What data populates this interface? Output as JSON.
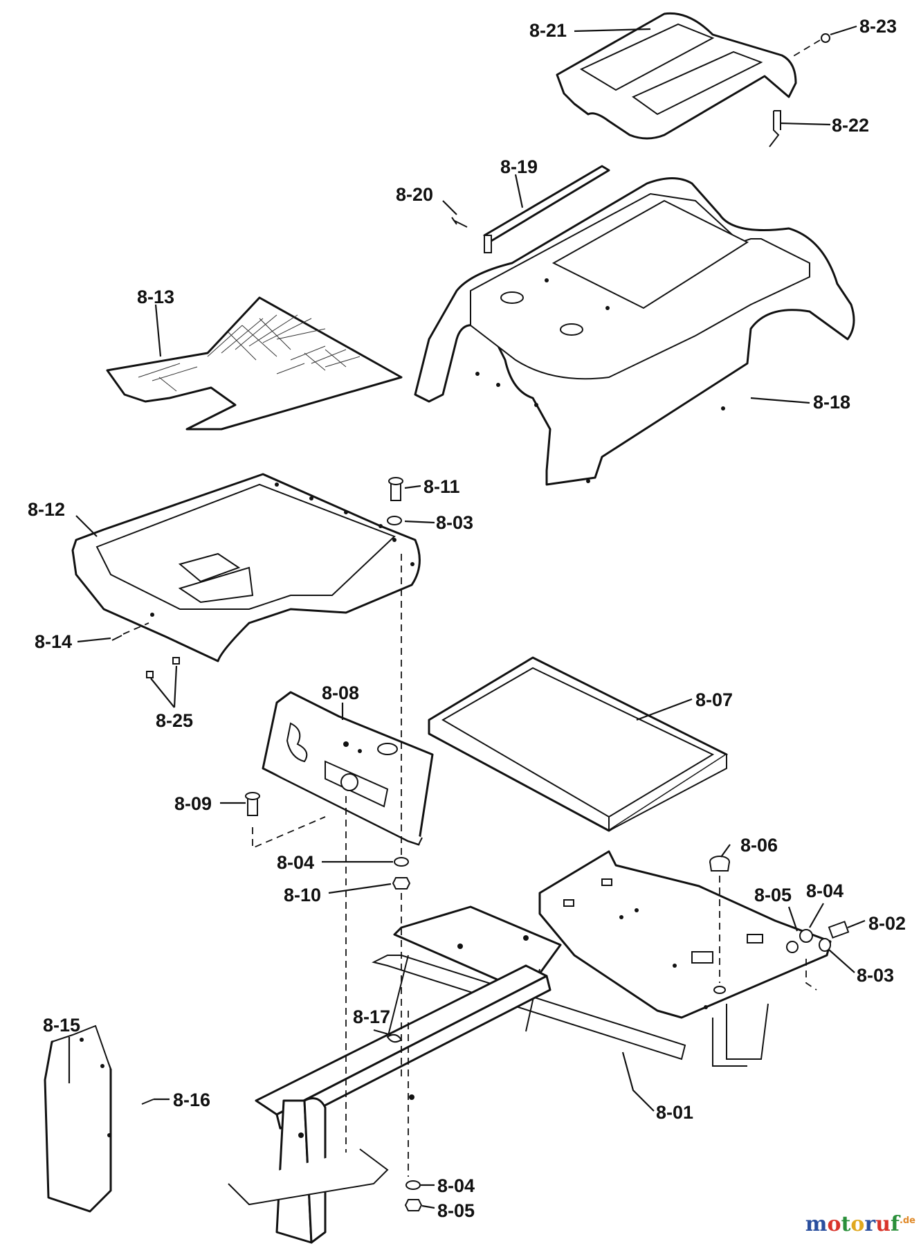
{
  "labels": {
    "l_8_01": "8-01",
    "l_8_02": "8-02",
    "l_8_03a": "8-03",
    "l_8_03b": "8-03",
    "l_8_04a": "8-04",
    "l_8_04b": "8-04",
    "l_8_04c": "8-04",
    "l_8_05a": "8-05",
    "l_8_05b": "8-05",
    "l_8_06": "8-06",
    "l_8_07": "8-07",
    "l_8_08": "8-08",
    "l_8_09": "8-09",
    "l_8_10": "8-10",
    "l_8_11": "8-11",
    "l_8_12": "8-12",
    "l_8_13": "8-13",
    "l_8_14": "8-14",
    "l_8_15": "8-15",
    "l_8_16": "8-16",
    "l_8_17": "8-17",
    "l_8_18": "8-18",
    "l_8_19": "8-19",
    "l_8_20": "8-20",
    "l_8_21": "8-21",
    "l_8_22": "8-22",
    "l_8_23": "8-23",
    "l_8_25": "8-25"
  },
  "watermark": {
    "letters": [
      "m",
      "o",
      "t",
      "o",
      "r",
      "u",
      "f"
    ],
    "colors": [
      "#2a4f9e",
      "#d9342b",
      "#2a8f3a",
      "#e0a81f",
      "#2a4f9e",
      "#d9342b",
      "#2a8f3a"
    ],
    "suffix": ".de"
  }
}
